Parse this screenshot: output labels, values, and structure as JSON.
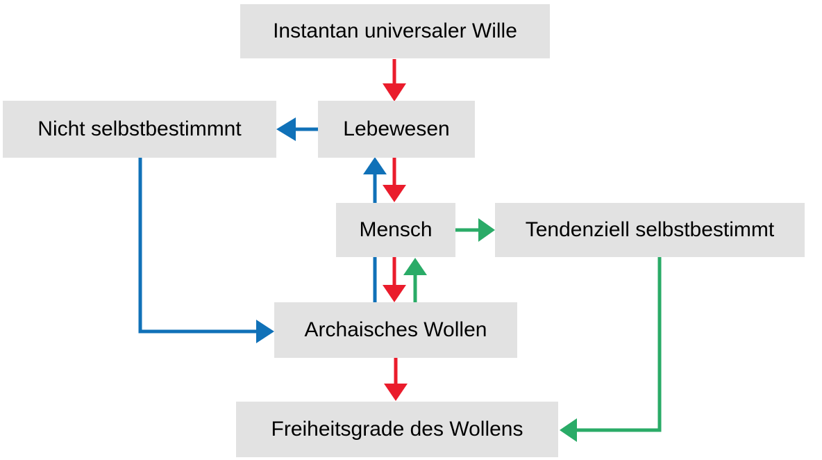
{
  "diagram": {
    "title": "Freiheitsgrade des Wollens Flussdiagramm",
    "background_color": "#ffffff",
    "box_fill_color": "#e2e2e2",
    "text_color": "#000000",
    "colors": {
      "red": "#ea1c2c",
      "blue": "#1071b8",
      "green": "#2aab67"
    },
    "nodes": {
      "instantan": {
        "label": "Instantan universaler Wille"
      },
      "nicht": {
        "label": "Nicht selbstbestimmnt"
      },
      "lebewesen": {
        "label": "Lebewesen"
      },
      "mensch": {
        "label": "Mensch"
      },
      "tendenziell": {
        "label": "Tendenziell selbstbestimmt"
      },
      "archaisches": {
        "label": "Archaisches Wollen"
      },
      "freiheitsgrade": {
        "label": "Freiheitsgrade des Wollens"
      }
    },
    "edges": [
      {
        "from": "instantan",
        "to": "lebewesen",
        "color": "red",
        "direction": "down"
      },
      {
        "from": "lebewesen",
        "to": "nicht",
        "color": "blue",
        "direction": "left"
      },
      {
        "from": "lebewesen",
        "to": "mensch",
        "color": "red",
        "direction": "down"
      },
      {
        "from": "archaisches",
        "to": "lebewesen",
        "color": "blue",
        "direction": "up",
        "note": "passes behind Mensch box"
      },
      {
        "from": "mensch",
        "to": "archaisches",
        "color": "red",
        "direction": "down"
      },
      {
        "from": "archaisches",
        "to": "mensch",
        "color": "green",
        "direction": "up"
      },
      {
        "from": "mensch",
        "to": "tendenziell",
        "color": "green",
        "direction": "right"
      },
      {
        "from": "nicht",
        "to": "archaisches",
        "color": "blue",
        "direction": "down-right elbow"
      },
      {
        "from": "archaisches",
        "to": "freiheitsgrade",
        "color": "red",
        "direction": "down"
      },
      {
        "from": "tendenziell",
        "to": "freiheitsgrade",
        "color": "green",
        "direction": "down-left elbow"
      }
    ]
  }
}
